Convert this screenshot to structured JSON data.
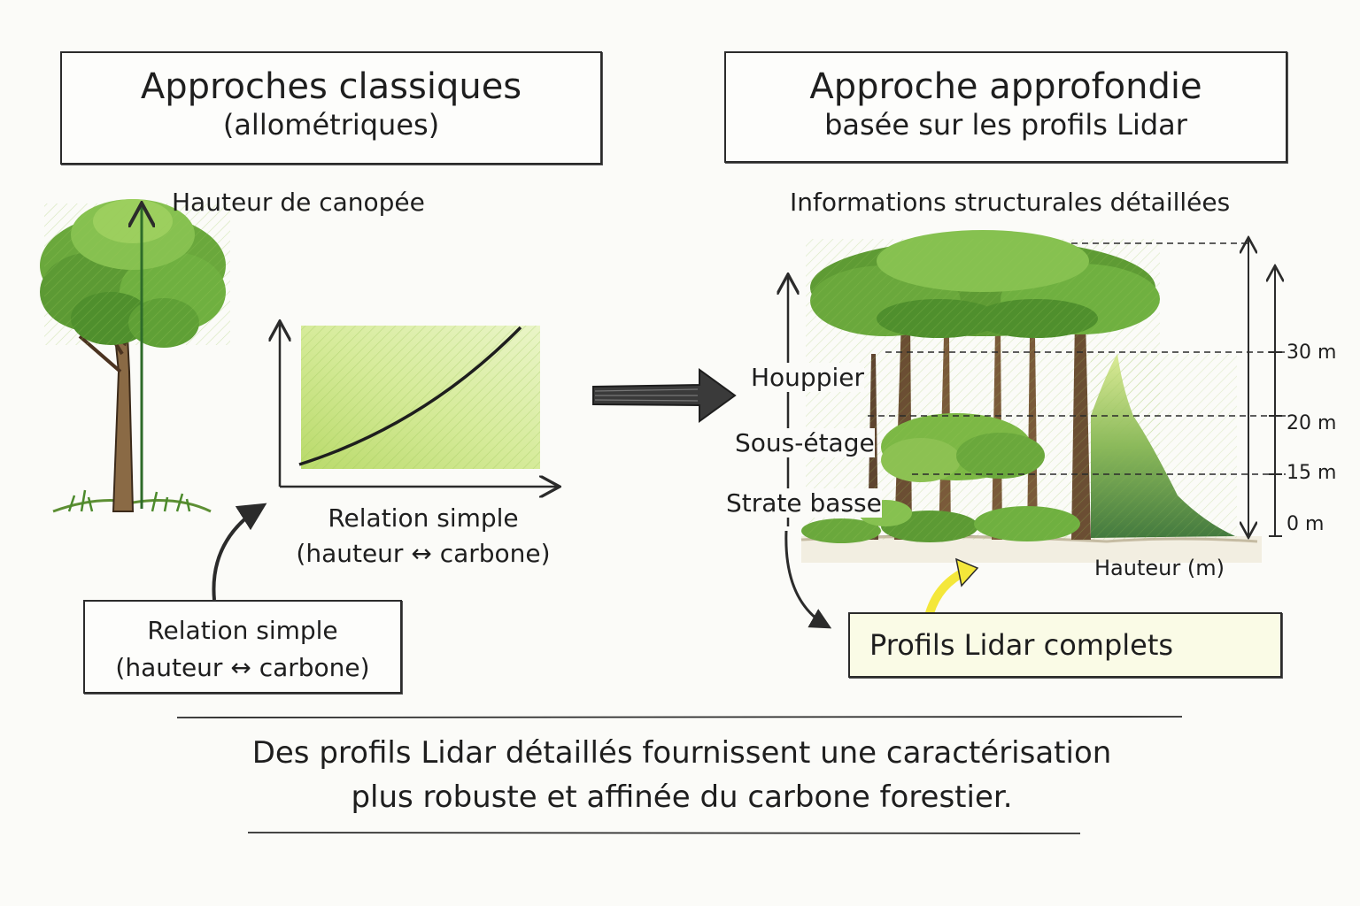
{
  "left_panel": {
    "title_line1": "Approches classiques",
    "title_line2": "(allométriques)",
    "tree_label": "Hauteur de canopée",
    "chart_caption_line1": "Relation simple",
    "chart_caption_line2": "(hauteur ↔ carbone)",
    "box_line1": "Relation simple",
    "box_line2": "(hauteur ↔ carbone)"
  },
  "right_panel": {
    "title_line1": "Approche approfondie",
    "title_line2": "basée sur les profils Lidar",
    "subtitle": "Informations structurales détaillées",
    "strata": [
      "Houppier",
      "Sous-étage",
      "Strate basse"
    ],
    "height_ticks": [
      "30 m",
      "20 m",
      "15 m",
      "0 m"
    ],
    "axis_label": "Hauteur (m)",
    "profile_box": "Profils Lidar complets"
  },
  "conclusion": {
    "line1": "Des profils Lidar détaillés fournissent une caractérisation",
    "line2": "plus robuste et affinée du carbone forestier."
  },
  "colors": {
    "ink": "#2b2b2b",
    "leaf_dark": "#3f7f2a",
    "leaf_light": "#8cc152",
    "trunk": "#7a5a3a",
    "chart_fill": "#cfe69a",
    "highlight_yellow": "#f4e73a",
    "profile_box_bg": "#fafbe6"
  }
}
